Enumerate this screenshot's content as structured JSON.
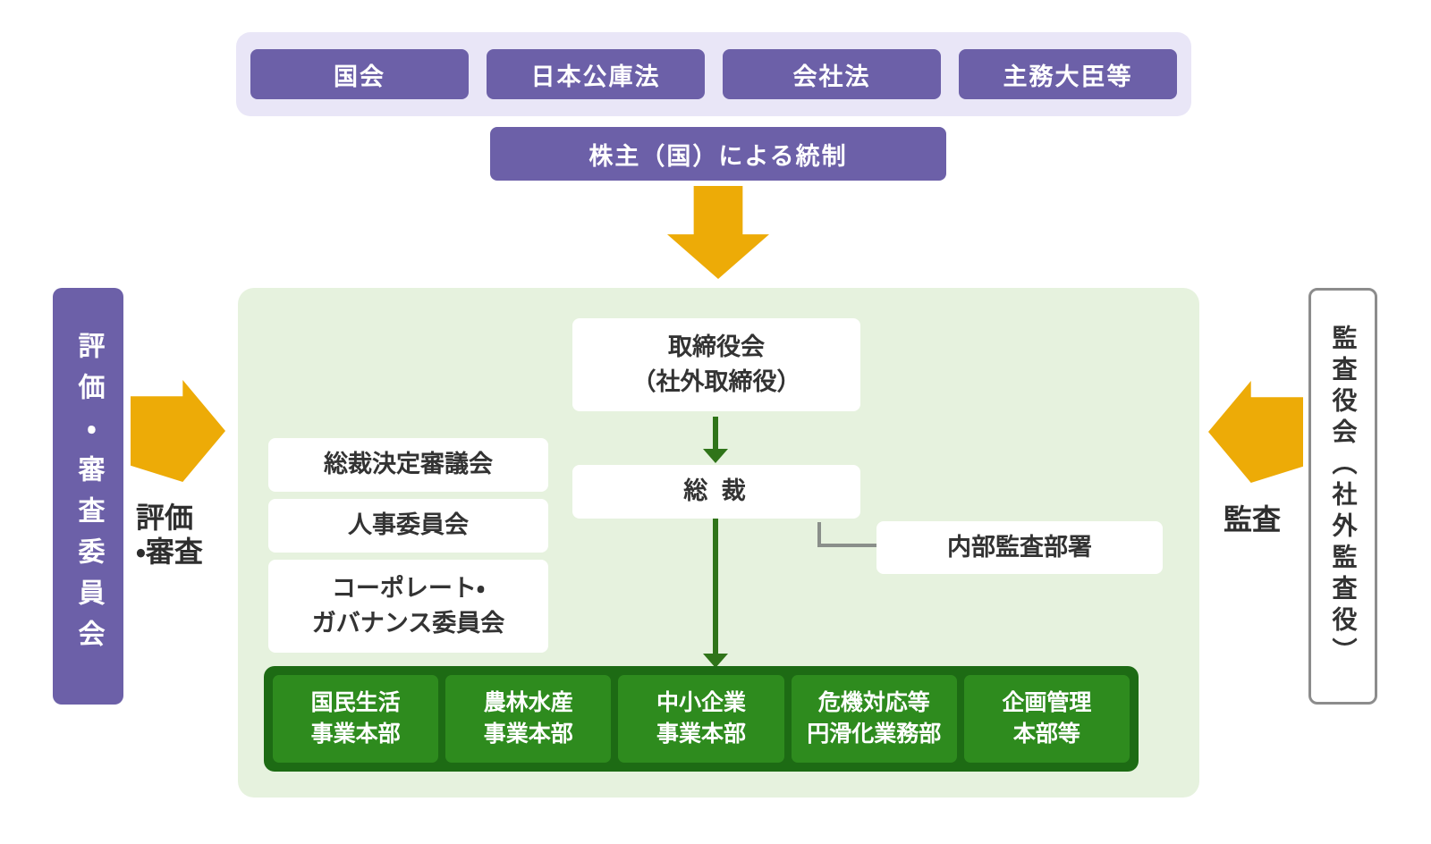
{
  "diagram": {
    "oversight_row": {
      "items": [
        {
          "label": "国会"
        },
        {
          "label": "日本公庫法"
        },
        {
          "label": "会社法"
        },
        {
          "label": "主務大臣等"
        }
      ]
    },
    "shareholder_box": {
      "label": "株主（国）による統制"
    },
    "evaluation": {
      "box_label": "評価・審査委員会",
      "arrow_label_line1": "評価",
      "arrow_label_line2": "・審査"
    },
    "audit": {
      "box_label": "監査役会（社外監査役）",
      "arrow_label": "監査"
    },
    "governance": {
      "board": {
        "line1": "取締役会",
        "line2": "（社外取締役）"
      },
      "president": {
        "label": "総 裁"
      },
      "internal_audit": {
        "label": "内部監査部署"
      },
      "committees": [
        {
          "label": "総裁決定審議会"
        },
        {
          "label": "人事委員会"
        },
        {
          "line1": "コーポレート・",
          "line2": "ガバナンス委員会"
        }
      ],
      "divisions": [
        {
          "line1": "国民生活",
          "line2": "事業本部"
        },
        {
          "line1": "農林水産",
          "line2": "事業本部"
        },
        {
          "line1": "中小企業",
          "line2": "事業本部"
        },
        {
          "line1": "危機対応等",
          "line2": "円滑化業務部"
        },
        {
          "line1": "企画管理",
          "line2": "本部等"
        }
      ]
    },
    "colors": {
      "purple": "#6c60a8",
      "lavender": "#e9e6f7",
      "amber_arrow": "#edab07",
      "panel_green": "#e6f2de",
      "bar_dark_green": "#1d6b14",
      "division_green": "#2e8b1e",
      "arrow_green": "#2f7419",
      "connector_gray": "#8a8f8a",
      "text_dark": "#333333"
    }
  }
}
